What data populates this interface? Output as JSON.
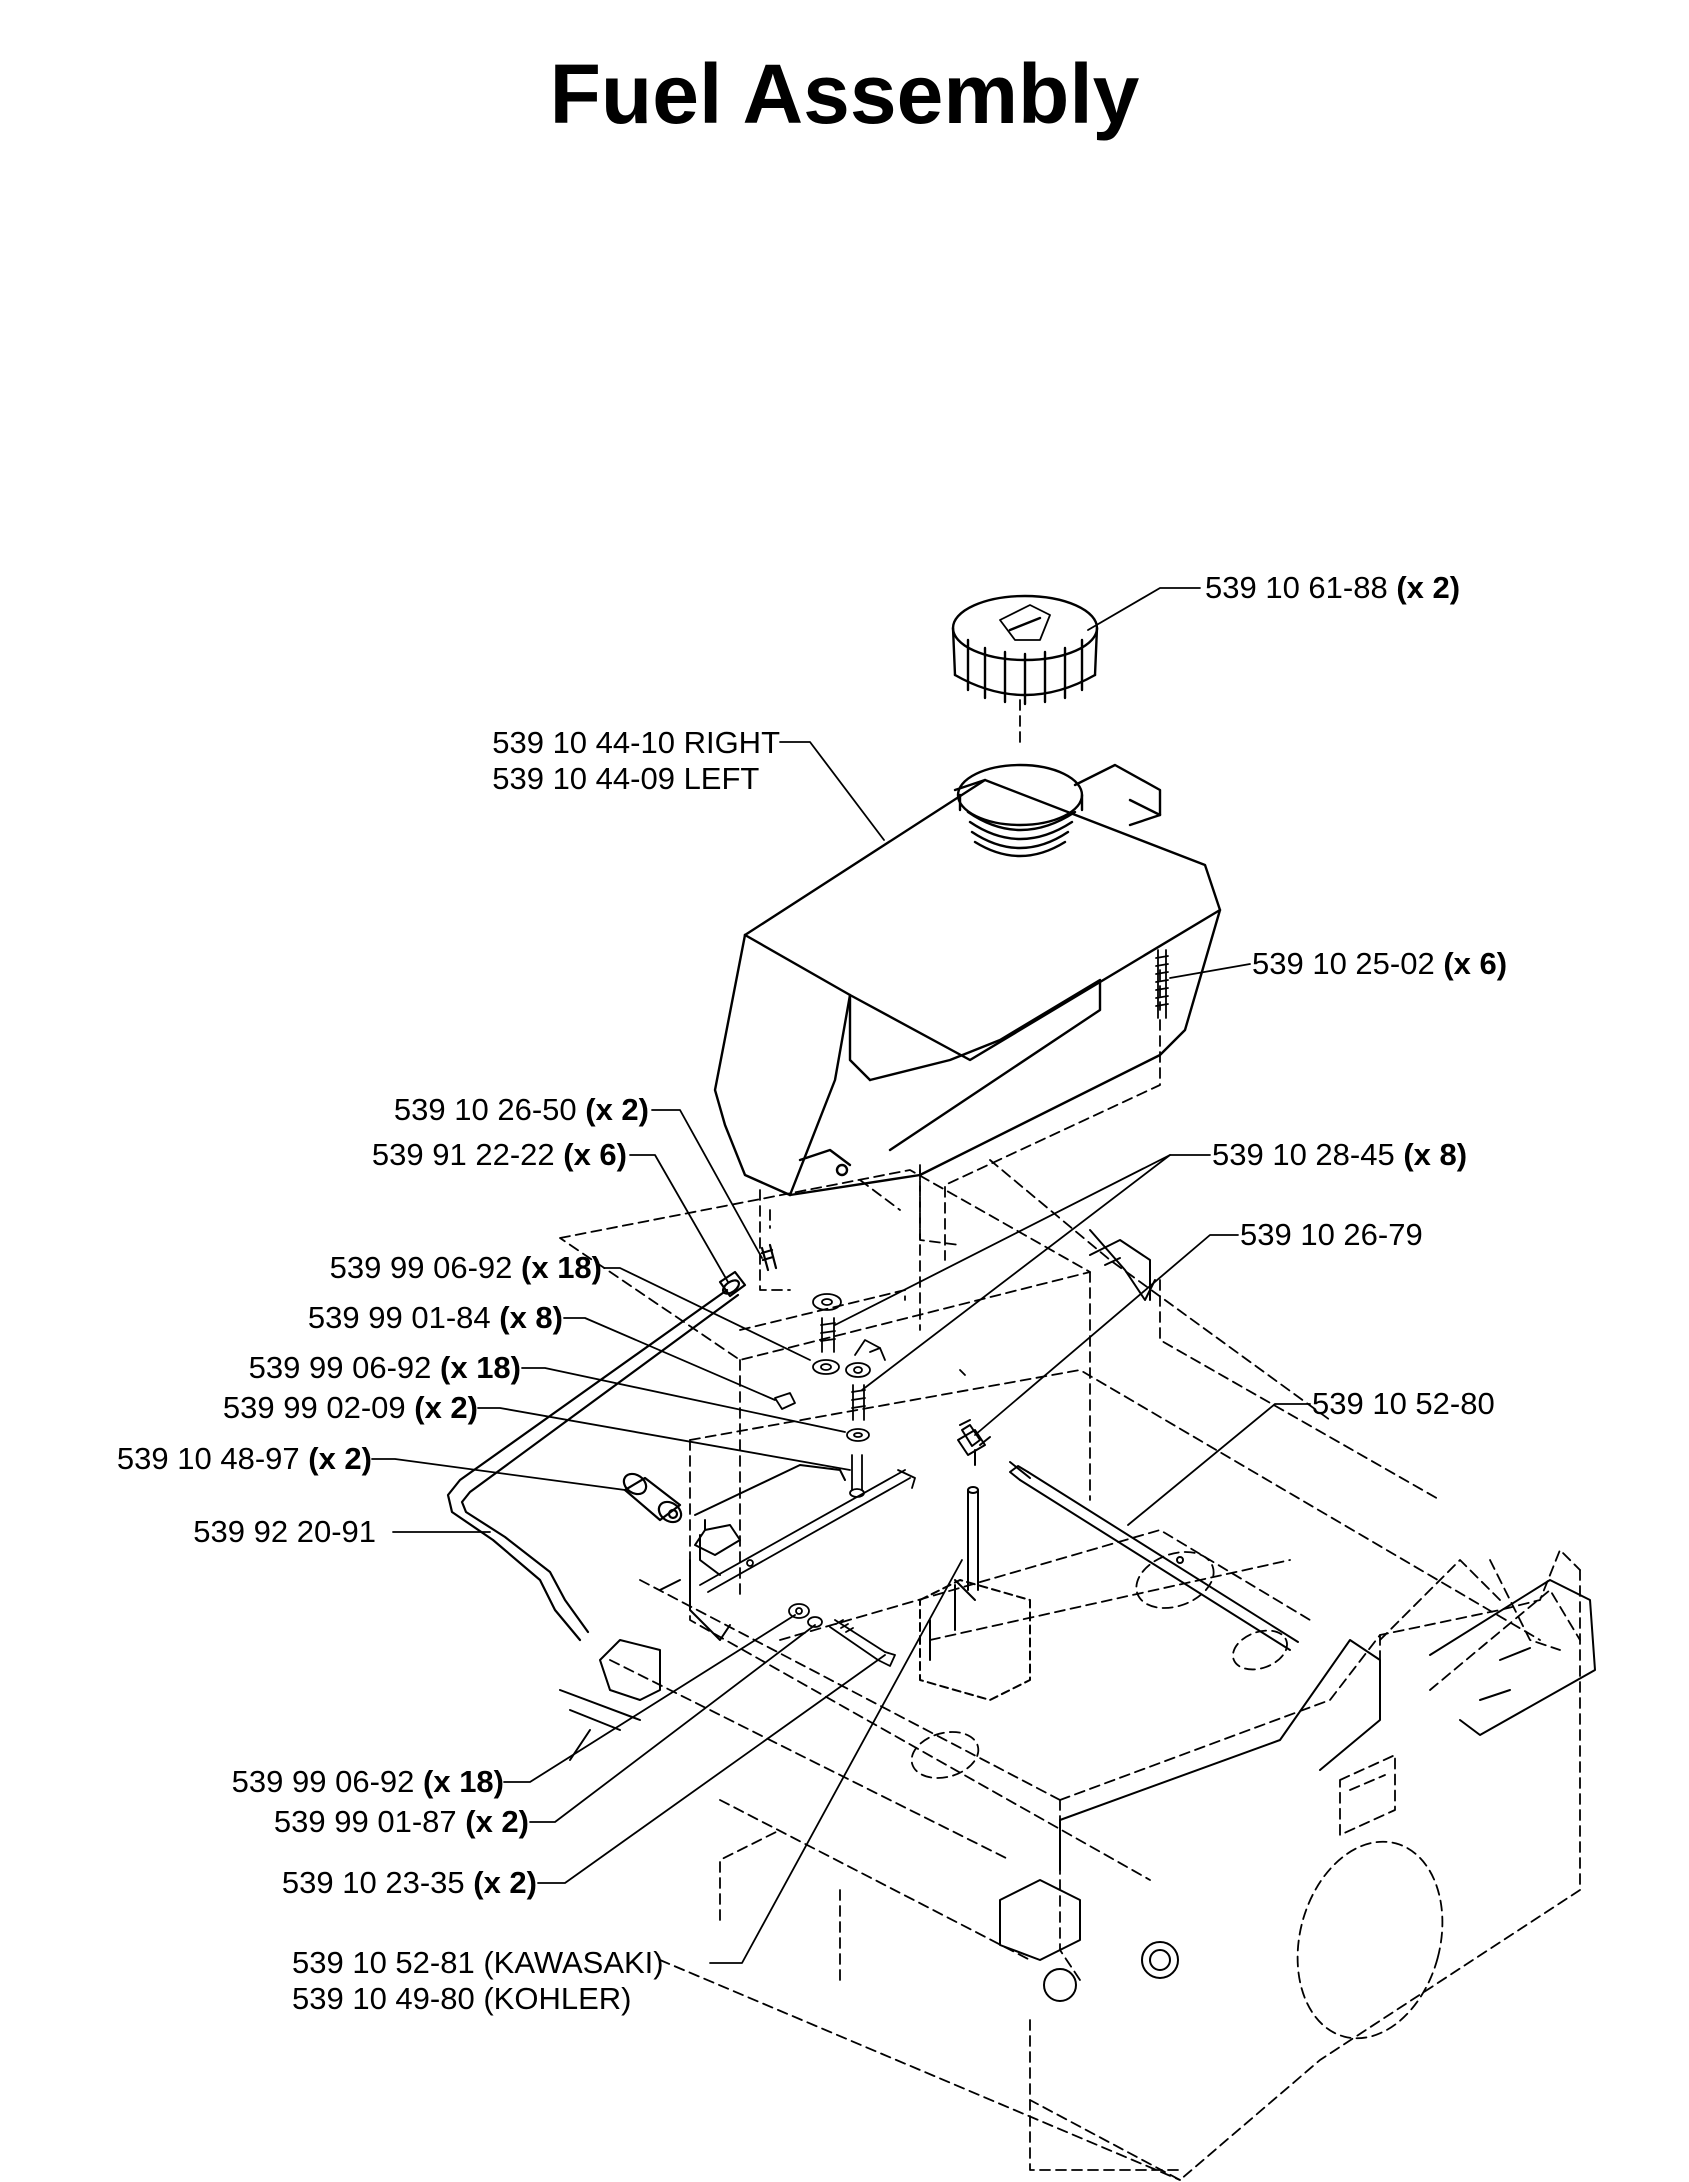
{
  "title": "Fuel Assembly",
  "colors": {
    "ink": "#000000",
    "paper": "#ffffff"
  },
  "callouts": [
    {
      "id": "fuel-cap",
      "part": "539 10 61-88",
      "qty": "(x 2)"
    },
    {
      "id": "fuel-tank",
      "lines": [
        "539 10 44-10 RIGHT",
        "539 10 44-09 LEFT"
      ]
    },
    {
      "id": "tank-stud",
      "part": "539 10 25-02",
      "qty": "(x 6)"
    },
    {
      "id": "fitting",
      "part": "539 10 26-50",
      "qty": "(x 2)"
    },
    {
      "id": "hose-clamp",
      "part": "539 91 22-22",
      "qty": "(x 6)"
    },
    {
      "id": "spacer",
      "part": "539 10 28-45",
      "qty": "(x 8)"
    },
    {
      "id": "washer-a",
      "part": "539 99 06-92",
      "qty": "(x 18)"
    },
    {
      "id": "shutoff-valve",
      "part": "539 10 26-79",
      "qty": ""
    },
    {
      "id": "nut-a",
      "part": "539 99 01-84",
      "qty": "(x 8)"
    },
    {
      "id": "washer-b",
      "part": "539 99 06-92",
      "qty": "(x 18)"
    },
    {
      "id": "bolt-a",
      "part": "539 99 02-09",
      "qty": "(x 2)"
    },
    {
      "id": "fuel-line",
      "part": "539 10 52-80",
      "qty": ""
    },
    {
      "id": "fuel-filter",
      "part": "539 10 48-97",
      "qty": "(x 2)"
    },
    {
      "id": "hose",
      "part": "539 92 20-91",
      "qty": ""
    },
    {
      "id": "washer-c",
      "part": "539 99 06-92",
      "qty": "(x 18)"
    },
    {
      "id": "nut-b",
      "part": "539 99 01-87",
      "qty": "(x 2)"
    },
    {
      "id": "bolt-b",
      "part": "539 10 23-35",
      "qty": "(x 2)"
    },
    {
      "id": "engine-line",
      "lines": [
        "539 10 52-81 (KAWASAKI)",
        "539 10 49-80 (KOHLER)"
      ]
    }
  ]
}
